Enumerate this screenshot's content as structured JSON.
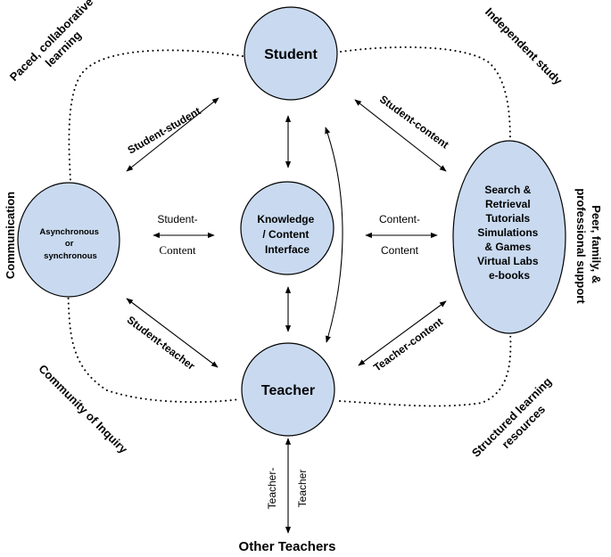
{
  "nodes": {
    "student": "Student",
    "teacher": "Teacher",
    "knowledge": [
      "Knowledge",
      "/ Content",
      "Interface"
    ],
    "async": [
      "Asynchronous",
      "or",
      "synchronous"
    ],
    "resources": [
      "Search &",
      "Retrieval",
      "Tutorials",
      "Simulations",
      "& Games",
      "Virtual Labs",
      "e-books"
    ],
    "other_teachers": "Other Teachers"
  },
  "edge_labels": {
    "student_student": "Student-student",
    "student_content_top": "Student-content",
    "student_teacher": "Student-teacher",
    "teacher_content": "Teacher-content",
    "student_content_mid": [
      "Student-",
      "Content"
    ],
    "content_content": [
      "Content-",
      "Content"
    ],
    "teacher_teacher": [
      "Teacher-",
      "Teacher"
    ]
  },
  "corners": {
    "top_left": [
      "Paced, collaborative",
      "learning"
    ],
    "top_right": "Independent study",
    "left": "Communication",
    "bottom_left": "Community of Inquiry",
    "right": [
      "Peer, family, &",
      "professional support"
    ],
    "bottom_right": [
      "Structured learning",
      "resources"
    ]
  }
}
